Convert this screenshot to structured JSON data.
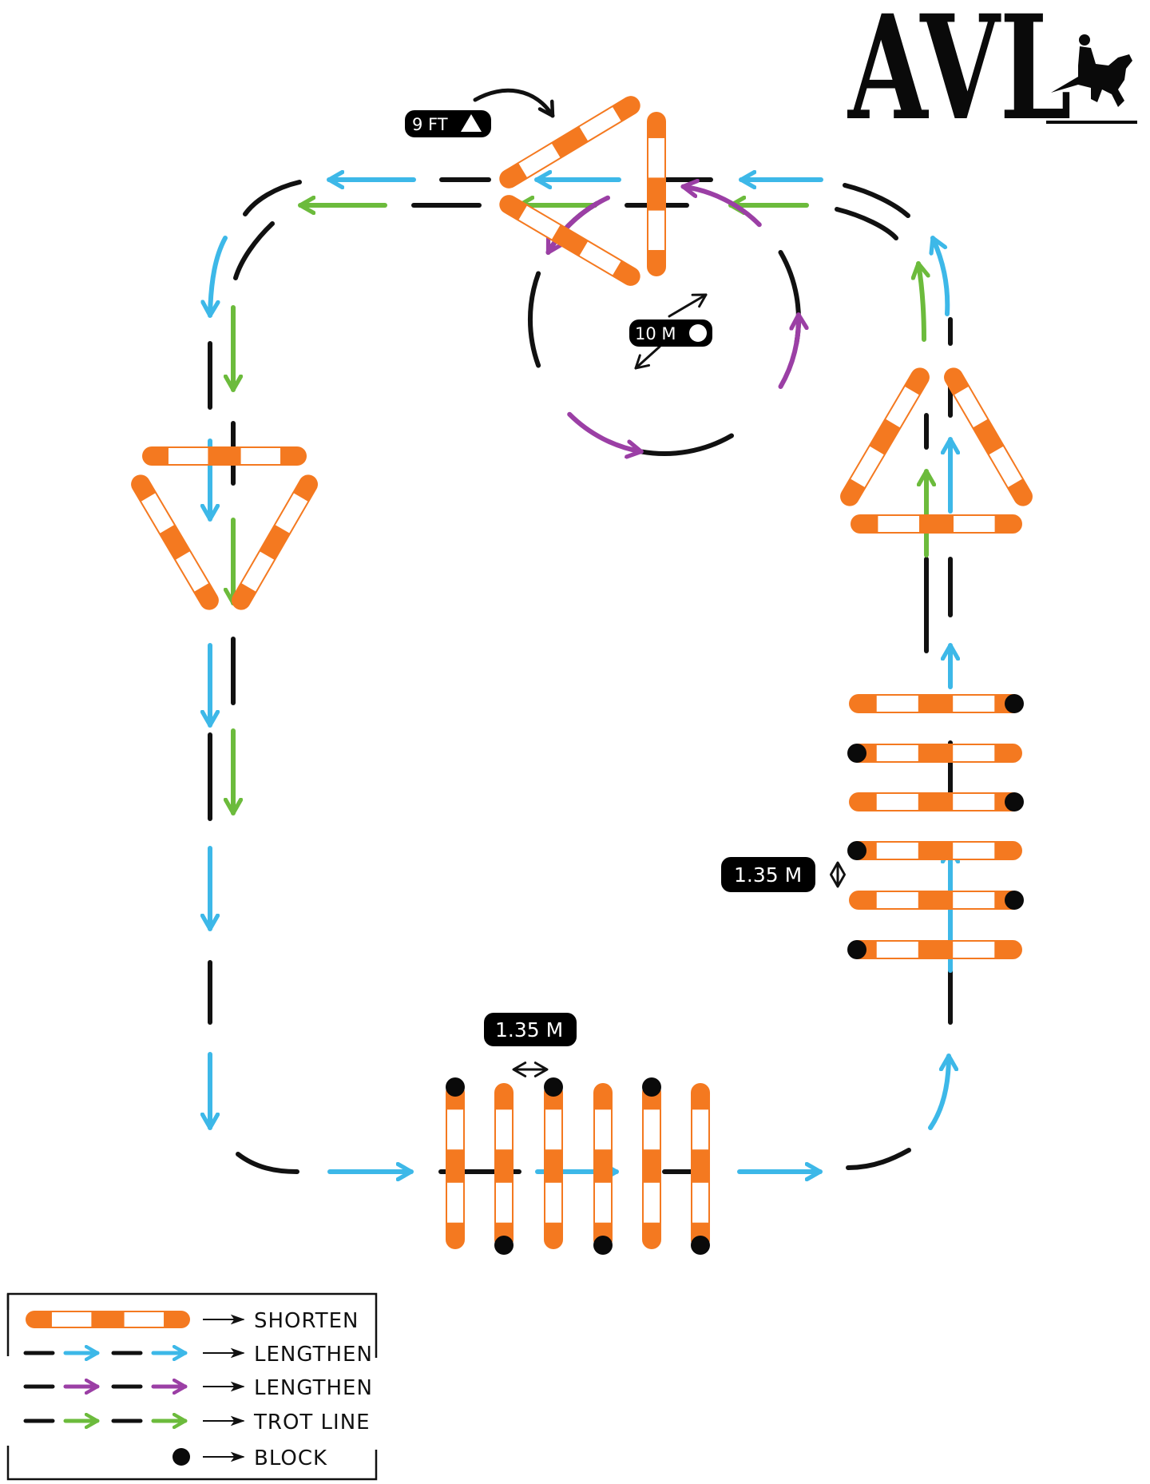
{
  "colors": {
    "pole_orange": "#f47920",
    "pole_white": "#ffffff",
    "lengthen_blue": "#3db8e8",
    "lengthen_purple": "#9b3fa5",
    "trot_green": "#6cbb3c",
    "path_black": "#111111",
    "block_black": "#0a0a0a",
    "label_bg": "#000000"
  },
  "logo": {
    "text": "AVL",
    "icon": "horse-and-rider-icon"
  },
  "labels": {
    "triangle_size": "9 FT",
    "triangle_icon": "triangle-icon",
    "circle_size": "10 M",
    "circle_icon": "circle-icon",
    "pole_spacing_right": "1.35 M",
    "pole_spacing_bottom": "1.35 M"
  },
  "exercises": [
    {
      "name": "top-triangle",
      "type": "triangle",
      "orientation": "pointing-left"
    },
    {
      "name": "left-triangle",
      "type": "triangle",
      "orientation": "pointing-down"
    },
    {
      "name": "right-triangle",
      "type": "triangle",
      "orientation": "pointing-up"
    },
    {
      "name": "circle",
      "type": "circle",
      "diameter": "10 M"
    },
    {
      "name": "right-pole-grid",
      "type": "ground-poles",
      "count": 6,
      "block_sides": [
        "right",
        "left",
        "right",
        "left",
        "right",
        "left"
      ]
    },
    {
      "name": "bottom-pole-grid",
      "type": "ground-poles",
      "count": 6,
      "block_sides": [
        "top",
        "bottom",
        "top",
        "bottom",
        "top",
        "bottom"
      ]
    }
  ],
  "legend": {
    "items": [
      {
        "symbol": "pole",
        "label": "SHORTEN"
      },
      {
        "symbol": "blue-dashed-arrows",
        "label": "LENGTHEN"
      },
      {
        "symbol": "purple-dashed-arrows",
        "label": "LENGTHEN"
      },
      {
        "symbol": "green-dashed-arrows",
        "label": "TROT LINE"
      },
      {
        "symbol": "block-dot",
        "label": "BLOCK"
      }
    ]
  }
}
